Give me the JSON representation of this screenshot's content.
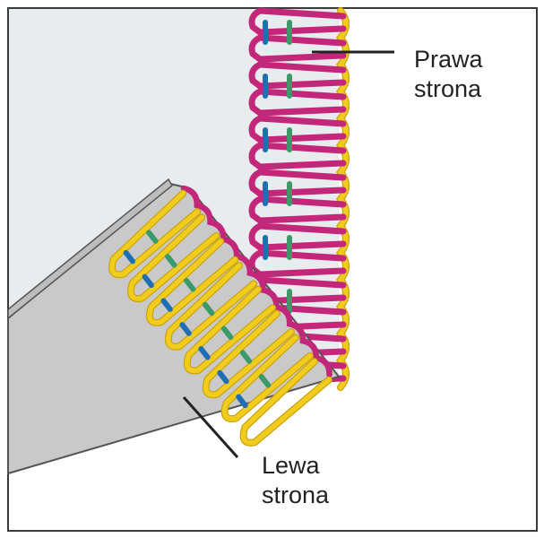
{
  "labels": {
    "right_side_line1": "Prawa",
    "right_side_line2": "strona",
    "wrong_side_line1": "Lewa",
    "wrong_side_line2": "strona"
  },
  "colors": {
    "background": "#ffffff",
    "frame": "#3a3a3a",
    "fabric_right_side": "#e8ecee",
    "fabric_wrong_side": "#c9c9c9",
    "fabric_edge": "#555555",
    "thread_magenta": "#c2277a",
    "thread_yellow": "#f2cc1d",
    "thread_yellow_outline": "#c9a410",
    "thread_blue": "#1f6fb2",
    "thread_green": "#3a9a6a"
  },
  "icons": {
    "right_stitch_column": "overlock-stitch-right-side",
    "left_stitch_column": "overlock-stitch-wrong-side"
  }
}
